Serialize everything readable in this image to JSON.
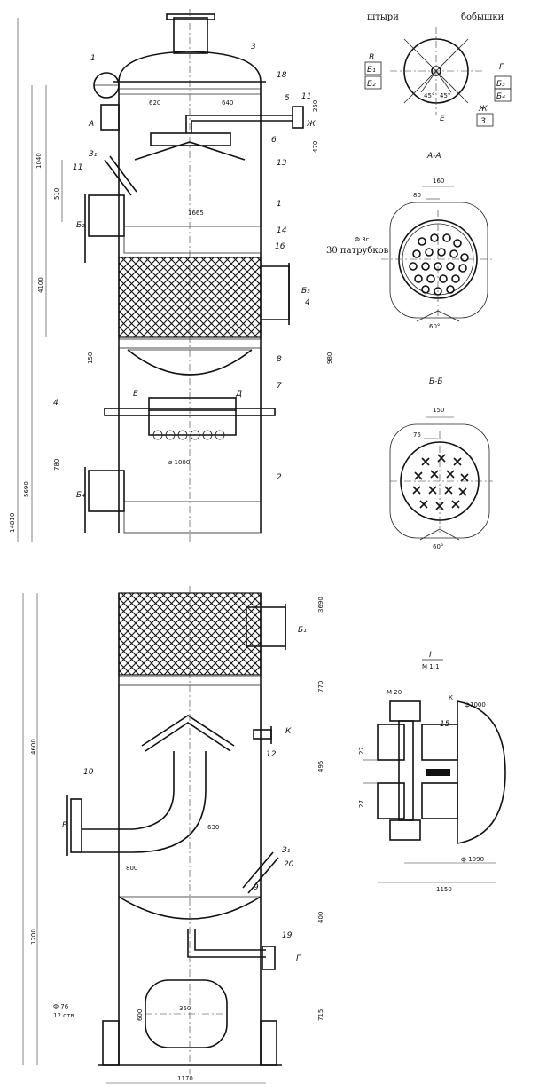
{
  "callouts": {
    "n1": "1",
    "n2": "2",
    "n3": "3",
    "n4": "4",
    "n5": "5",
    "n6": "6",
    "n7": "7",
    "n8": "8",
    "n9": "9",
    "n10": "10",
    "n11": "11",
    "n12": "12",
    "n13": "13",
    "n14": "14",
    "n15": "15",
    "n16": "16",
    "n18": "18",
    "n19": "19",
    "n20": "20"
  },
  "nozzles": {
    "a": "A",
    "b1": "Б₁",
    "b2": "Б₂",
    "b3": "Б₃",
    "b4": "Б₄",
    "v": "В",
    "g": "Г",
    "d": "Д",
    "e": "Е",
    "zh": "Ж",
    "z1": "З₁",
    "z": "З"
  },
  "dims_upper": {
    "d620": "620",
    "d640": "640",
    "d250": "250",
    "d470": "470",
    "d1040": "1040",
    "d510": "510",
    "d1665": "1665",
    "d4100": "4100",
    "d150": "150",
    "d980": "980",
    "d780": "780",
    "d1000": "ø 1000",
    "d5690": "5690",
    "d14810": "14810"
  },
  "dims_lower": {
    "d3690": "3690",
    "d770": "770",
    "d495": "495",
    "d4600": "4600",
    "d630": "630",
    "d800": "800",
    "d1200": "1200",
    "d600": "600",
    "d400": "400",
    "d715": "715",
    "d350": "350",
    "d1170": "1170",
    "phi76": "Ф 76",
    "n12": "12 отв."
  },
  "plan": {
    "pins": "штыри",
    "bosses": "бобышки",
    "angle1": "45°",
    "angle2": "45°"
  },
  "section_aa": {
    "title": "А-А",
    "d160": "160",
    "d80": "80",
    "phi": "Ф 3г",
    "pipes": "30 патрубков",
    "angle": "60°"
  },
  "section_bb": {
    "title": "Б-Б",
    "d150": "150",
    "d75": "75",
    "angle": "60°"
  },
  "detail": {
    "title": "I",
    "subtitle": "М 1:1",
    "bolt": "М 20",
    "d27a": "27",
    "d27b": "27",
    "phi1000": "ф1000",
    "phi1090": "ф 1090",
    "d1150": "1150",
    "mark": "К"
  }
}
